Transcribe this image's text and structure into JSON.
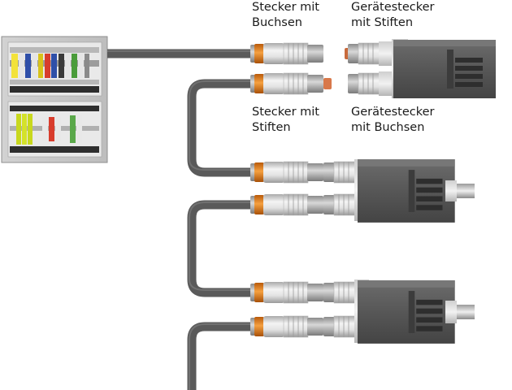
{
  "labels": {
    "plug_sockets": [
      "Stecker mit",
      "Buchsen"
    ],
    "device_plug_pins": [
      "Gerätestecker",
      "mit Stiften"
    ],
    "plug_pins": [
      "Stecker mit",
      "Stiften"
    ],
    "device_plug_sockets": [
      "Gerätestecker",
      "mit Buchsen"
    ]
  },
  "colors": {
    "cable": "#5a5a5a",
    "motor_body": "#555555",
    "connector_ring": "#e07a18",
    "connector_body": "#d6d6d6",
    "cabinet": "#c9c9c9"
  }
}
